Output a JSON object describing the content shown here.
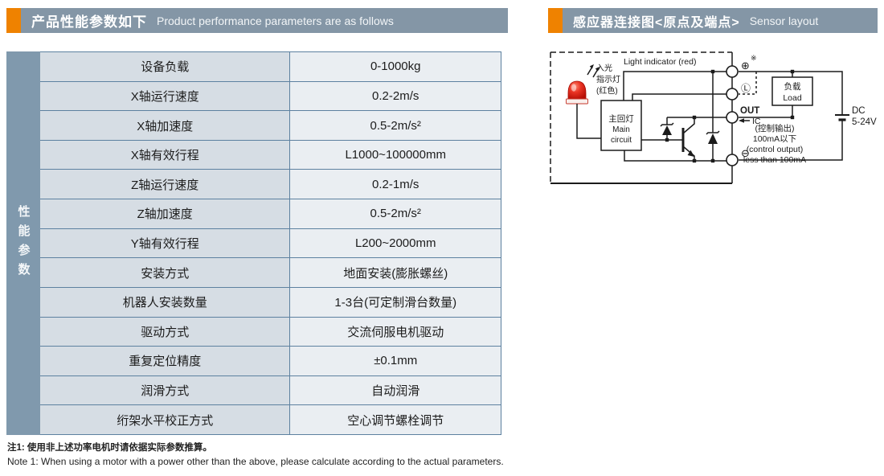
{
  "header_left": {
    "cn": "产品性能参数如下",
    "en": "Product performance parameters are as follows"
  },
  "header_right": {
    "cn": "感应器连接图<原点及端点>",
    "en": "Sensor layout"
  },
  "table": {
    "side_label": "性能参数",
    "rows": [
      {
        "name": "设备负载",
        "value": "0-1000kg"
      },
      {
        "name": "X轴运行速度",
        "value": "0.2-2m/s"
      },
      {
        "name": "X轴加速度",
        "value": "0.5-2m/s²"
      },
      {
        "name": "X轴有效行程",
        "value": "L1000~100000mm"
      },
      {
        "name": "Z轴运行速度",
        "value": "0.2-1m/s"
      },
      {
        "name": "Z轴加速度",
        "value": "0.5-2m/s²"
      },
      {
        "name": "Y轴有效行程",
        "value": "L200~2000mm"
      },
      {
        "name": "安装方式",
        "value": "地面安装(膨胀螺丝)"
      },
      {
        "name": "机器人安装数量",
        "value": "1-3台(可定制滑台数量)"
      },
      {
        "name": "驱动方式",
        "value": "交流伺服电机驱动"
      },
      {
        "name": "重复定位精度",
        "value": "±0.1mm"
      },
      {
        "name": "润滑方式",
        "value": "自动润滑"
      },
      {
        "name": "绗架水平校正方式",
        "value": "空心调节螺栓调节"
      }
    ]
  },
  "notes": {
    "cn": "注1: 使用非上述功率电机时请依据实际参数推算。",
    "en": "Note 1: When using a motor with a power other than the above, please calculate according to the actual parameters."
  },
  "diagram": {
    "light_indicator": "Light indicator (red)",
    "led": [
      "入光",
      "指示灯",
      "(红色)"
    ],
    "main_circuit": [
      "主回灯",
      "Main",
      "circuit"
    ],
    "terminals": {
      "plus": "⊕",
      "note": "※",
      "line": "Ⓛ",
      "out": "OUT",
      "ic": "IC",
      "minus": "⊖"
    },
    "load": [
      "负载",
      "Load"
    ],
    "control_output": [
      "(控制输出)",
      "100mA以下",
      "(control output)",
      "less than 100mA"
    ],
    "dc": [
      "DC",
      "5-24V"
    ]
  },
  "colors": {
    "accent_orange": "#ef8200",
    "header_bar": "#8496a6",
    "sidebar": "#8099ad",
    "cell_name": "#d6dde4",
    "cell_value": "#eaeef2",
    "table_border": "#5d81a0",
    "led_red": "#d8271a"
  }
}
